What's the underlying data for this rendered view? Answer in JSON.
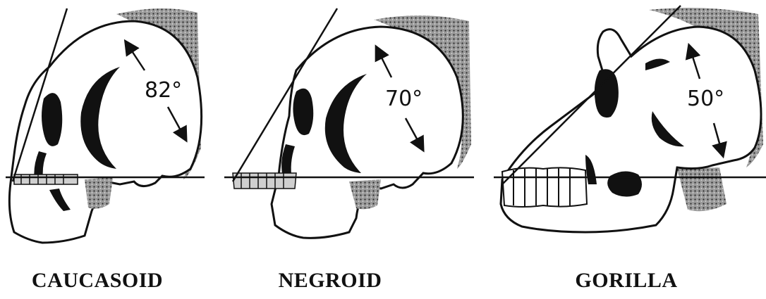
{
  "panels": [
    {
      "caption": "CAUCASOID",
      "angle_label": "82°"
    },
    {
      "caption": "NEGROID",
      "angle_label": "70°"
    },
    {
      "caption": "GORILLA",
      "angle_label": "50°"
    }
  ],
  "colors": {
    "ink": "#111111",
    "shade": "#7a7a7a",
    "background": "#ffffff"
  }
}
